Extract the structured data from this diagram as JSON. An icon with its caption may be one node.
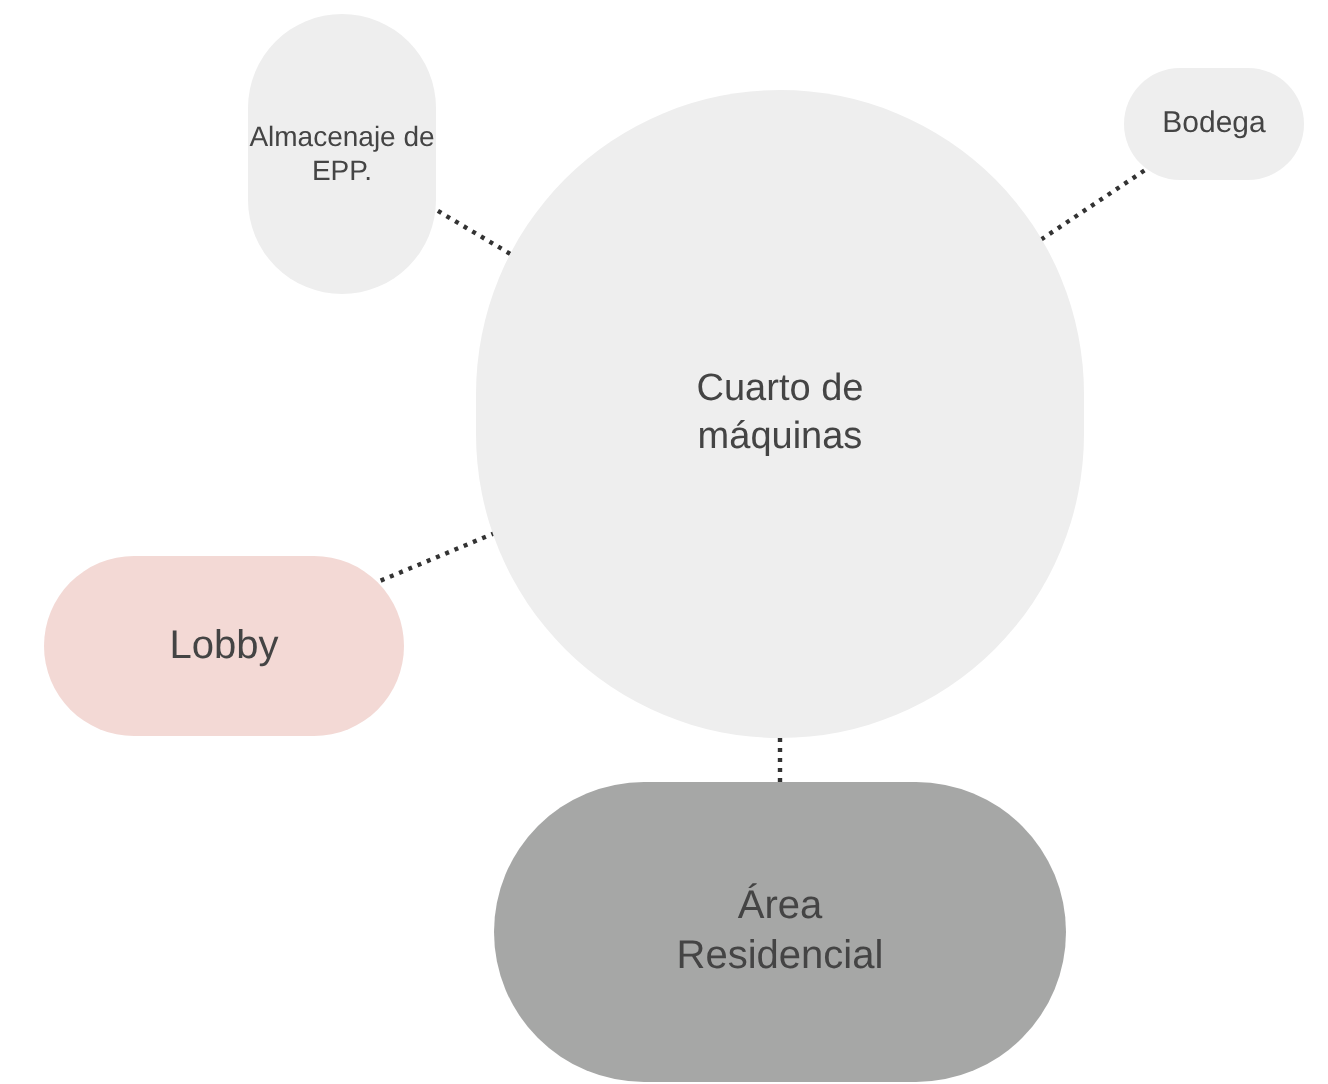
{
  "diagram": {
    "nodes": [
      {
        "text": [
          "Cuarto de máquinas"
        ]
      },
      {
        "text": [
          "Almacenaje de EPP."
        ]
      },
      {
        "text": [
          "Bodega"
        ]
      },
      {
        "text": [
          "Lobby"
        ]
      },
      {
        "text": [
          "Área Residencial"
        ]
      }
    ],
    "edges": [
      {
        "from": 1,
        "to": 0,
        "arrow": "none"
      },
      {
        "from": 2,
        "to": 0,
        "arrow": "none"
      },
      {
        "from": 3,
        "to": 0,
        "arrow": "none"
      },
      {
        "from": 4,
        "to": 0,
        "arrow": "none"
      }
    ]
  }
}
